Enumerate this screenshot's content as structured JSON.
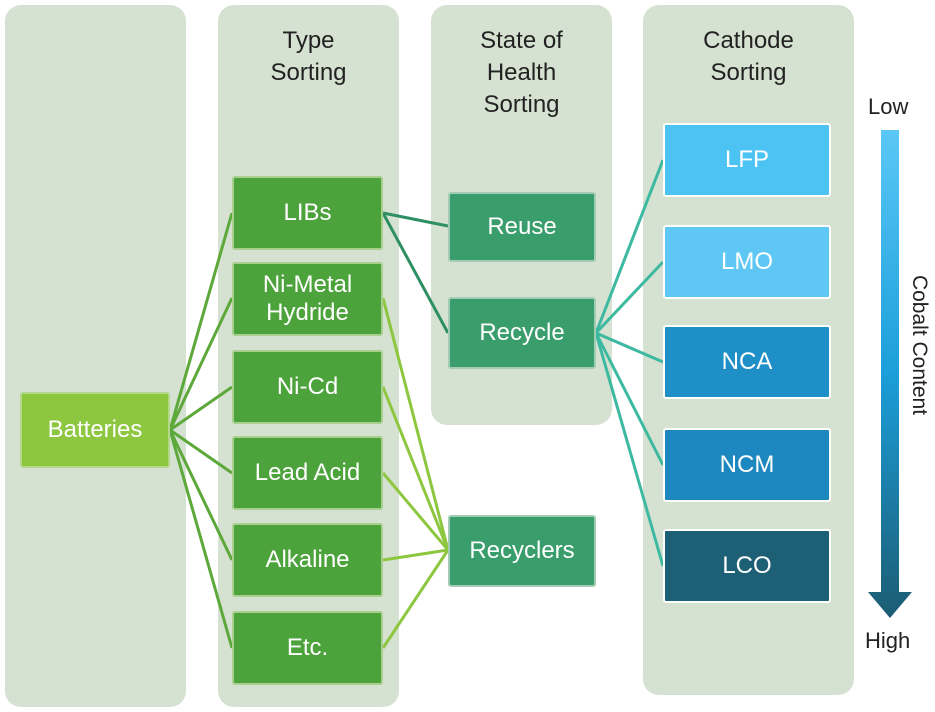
{
  "columns": {
    "batteries": {
      "title": ""
    },
    "type": {
      "title": "Type\nSorting"
    },
    "health": {
      "title": "State of\nHealth\nSorting"
    },
    "cathode": {
      "title": "Cathode\nSorting"
    }
  },
  "nodes": {
    "batteries": "Batteries",
    "type": [
      "LIBs",
      "Ni-Metal\nHydride",
      "Ni-Cd",
      "Lead Acid",
      "Alkaline",
      "Etc."
    ],
    "health": [
      "Reuse",
      "Recycle"
    ],
    "recyclers": "Recyclers",
    "cathode": [
      {
        "label": "LFP",
        "color": "#4dc3f3"
      },
      {
        "label": "LMO",
        "color": "#5ec7f4"
      },
      {
        "label": "NCA",
        "color": "#1f8fc7"
      },
      {
        "label": "NCM",
        "color": "#1d88c0"
      },
      {
        "label": "LCO",
        "color": "#1d5f74"
      }
    ]
  },
  "cobalt_axis": {
    "low": "Low",
    "high": "High",
    "label": "Cobalt Content",
    "gradient": [
      "#5ac8f7",
      "#1b9ed9",
      "#1c5c73"
    ]
  },
  "link_colors": {
    "batteries_to_type": "#5da83a",
    "type_to_recyclers": "#8dc63f",
    "libs_to_health": "#2e8f63",
    "recycle_to_cathode": "#3cb9a0"
  }
}
